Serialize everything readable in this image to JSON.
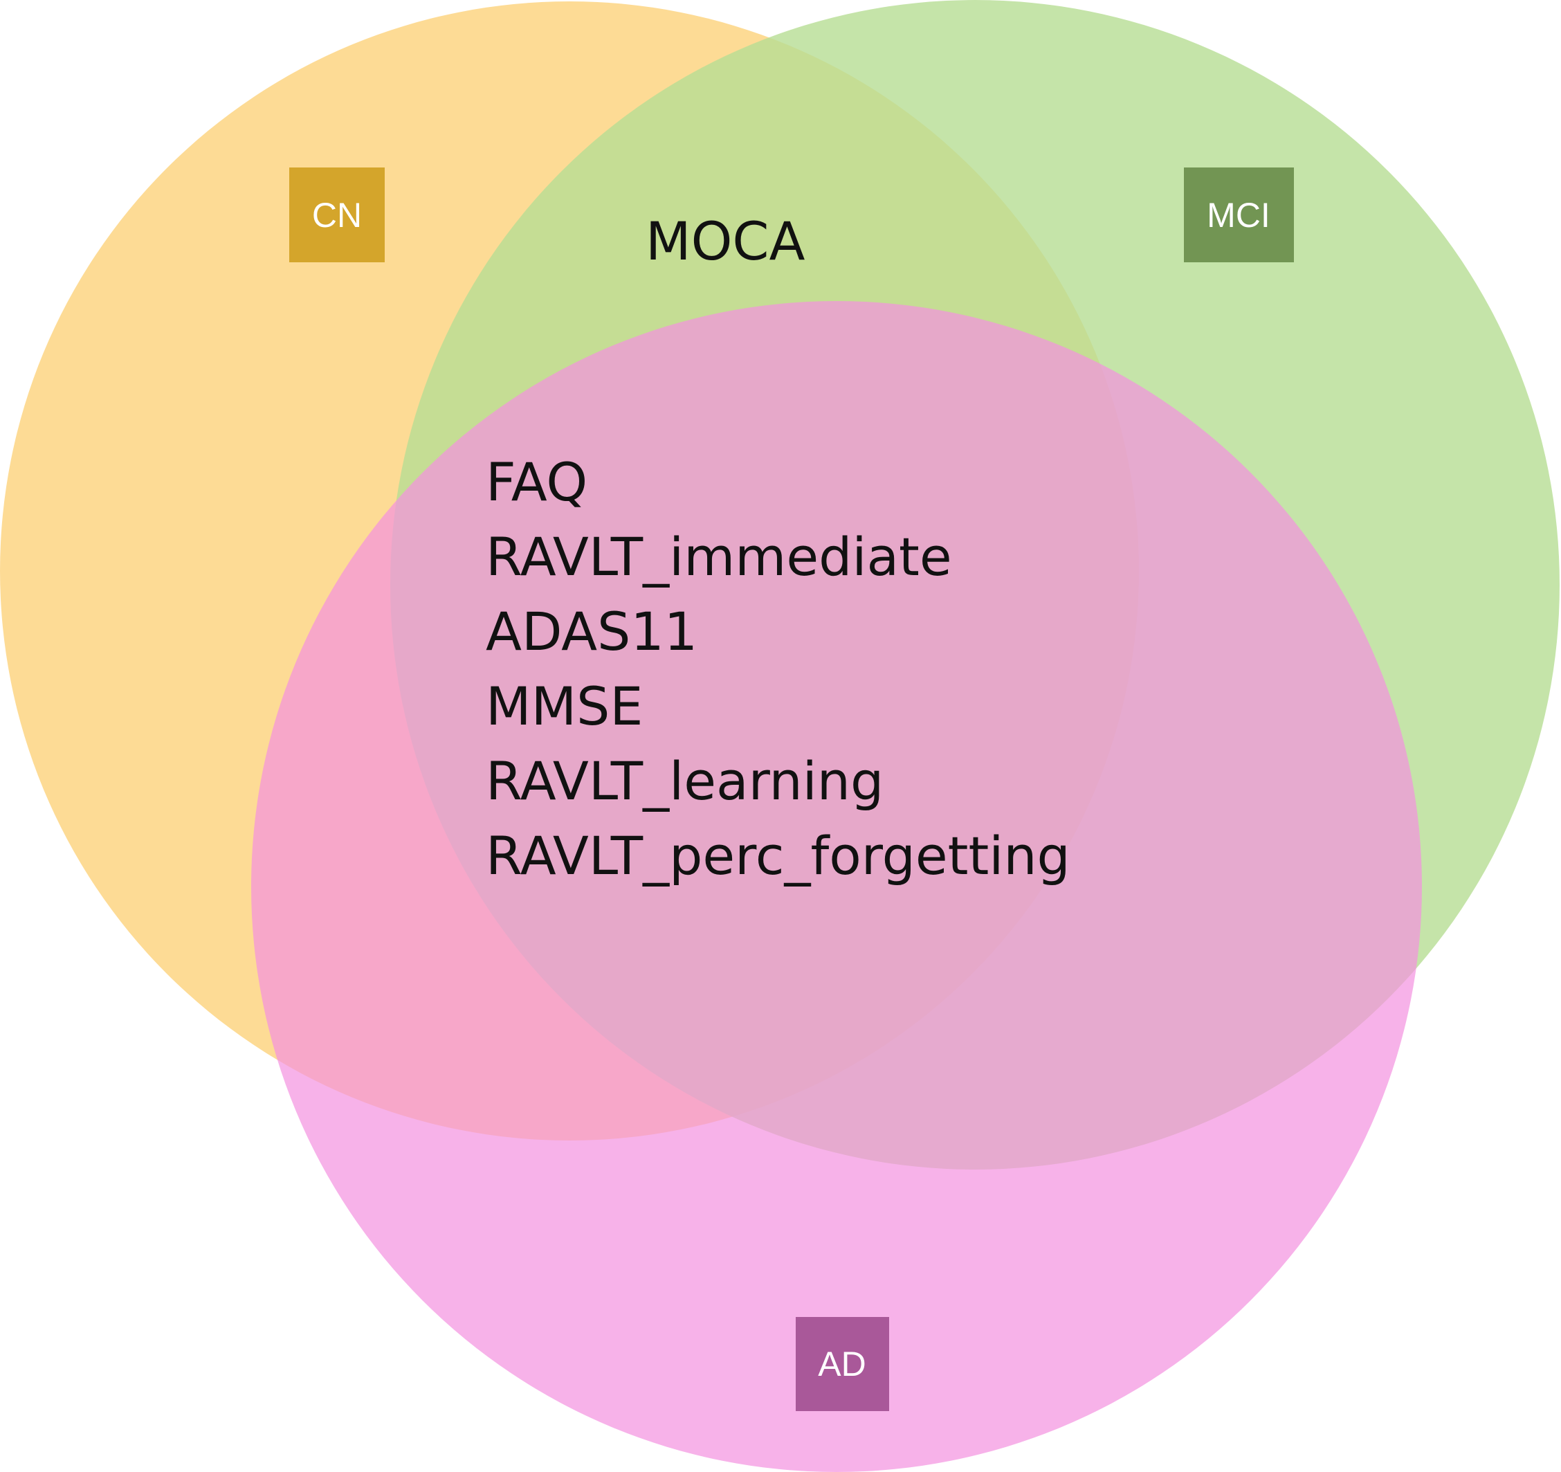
{
  "sets": [
    {
      "id": "cn",
      "label": "CN",
      "fill": "#fcd27a",
      "badge": "#d4a52b"
    },
    {
      "id": "mci",
      "label": "MCI",
      "fill": "#b7dd94",
      "badge": "#729553"
    },
    {
      "id": "ad",
      "label": "AD",
      "fill": "#f391e0",
      "badge": "#a95899"
    }
  ],
  "regions": {
    "cn_mci": [
      "MOCA"
    ],
    "all_three": [
      "FAQ",
      "RAVLT_immediate",
      "ADAS11",
      "MMSE",
      "RAVLT_learning",
      "RAVLT_perc_forgetting"
    ]
  }
}
